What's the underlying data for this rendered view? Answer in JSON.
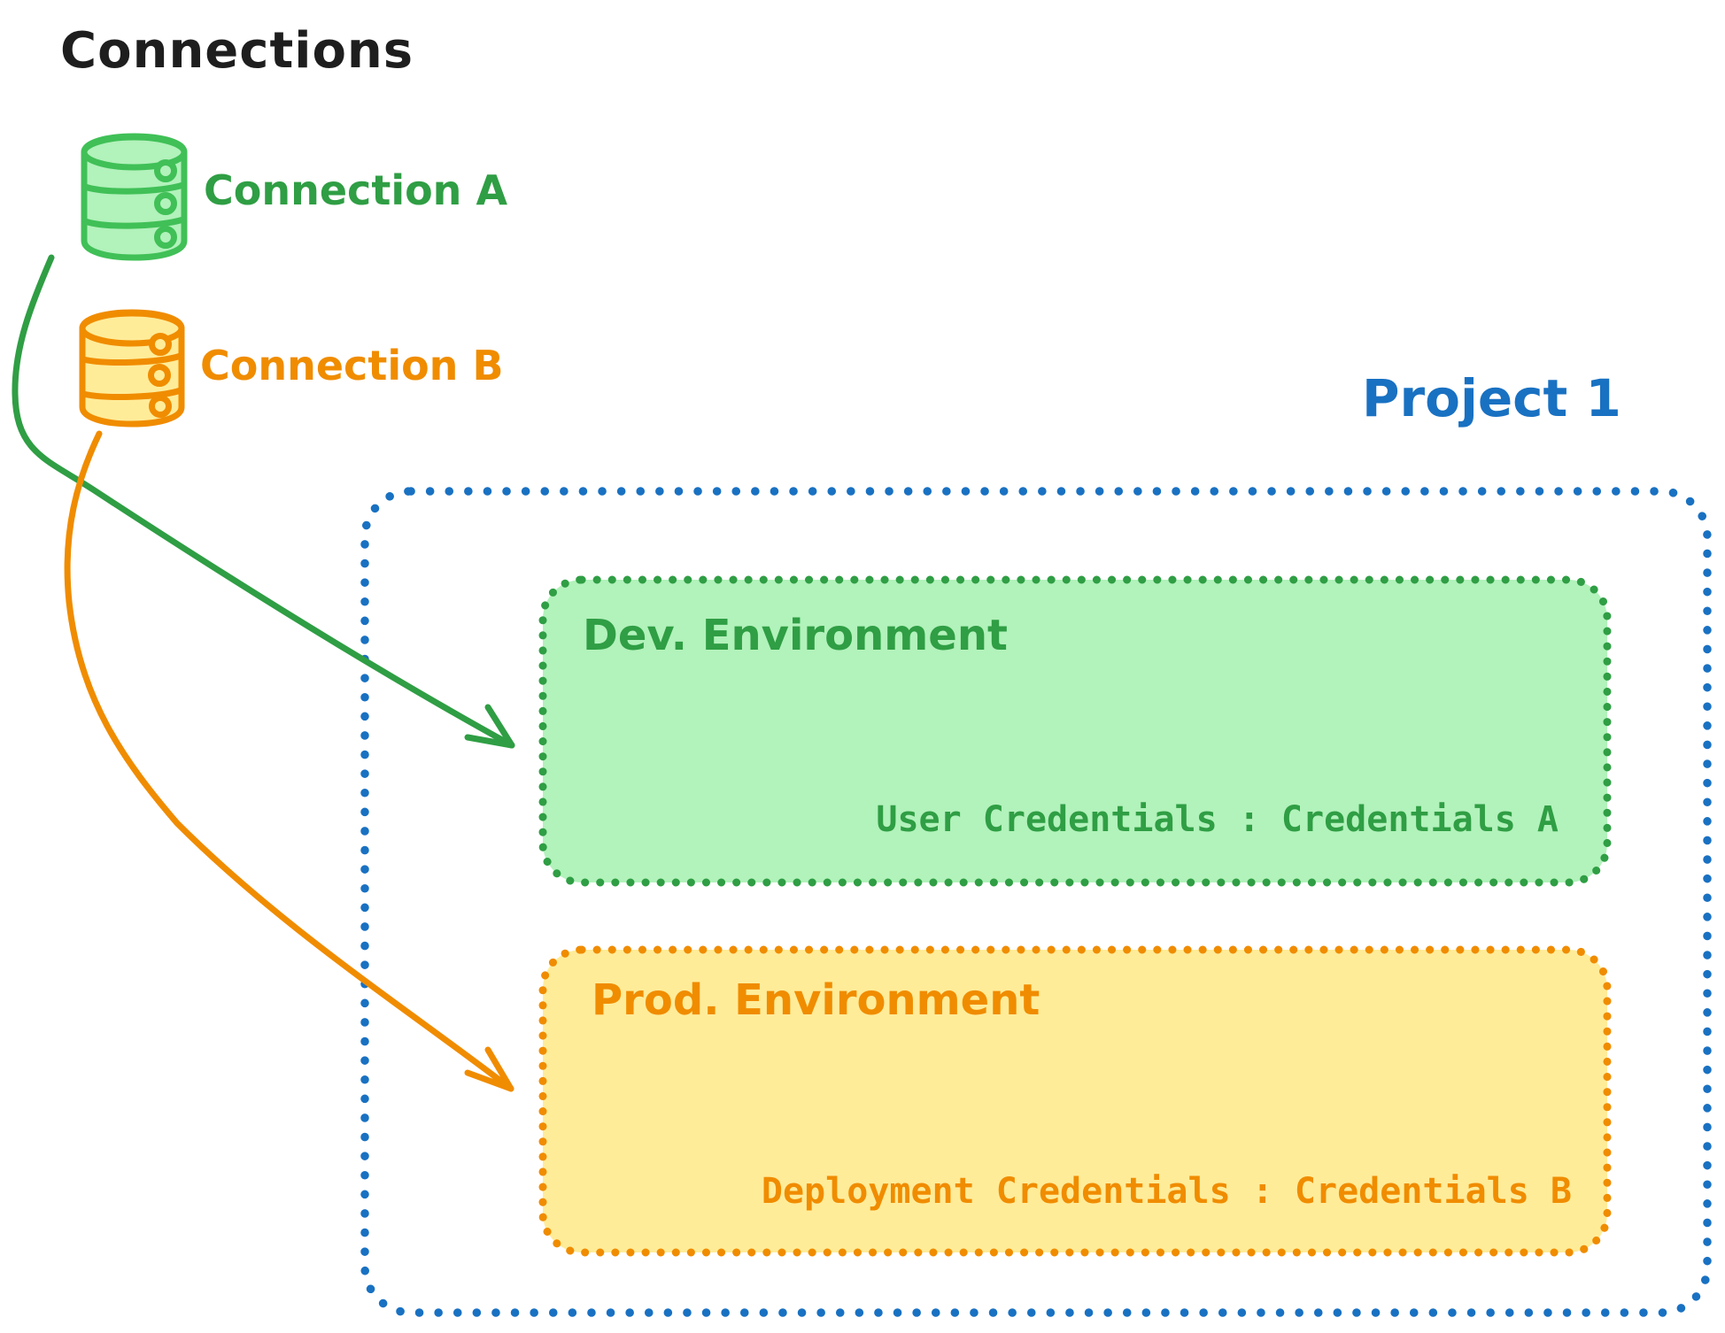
{
  "canvas_title": "Connections",
  "colors": {
    "text_black": "#1e1e1e",
    "green": "#2f9e44",
    "green_cylinder_stroke": "#40c057",
    "green_fill": "#b2f2bb",
    "orange": "#f08c00",
    "orange_fill": "#ffec99",
    "blue": "#1971c2",
    "background": "#ffffff"
  },
  "connections": [
    {
      "name": "Connection A",
      "color": "#2f9e44",
      "icon": "database-icon"
    },
    {
      "name": "Connection B",
      "color": "#f08c00",
      "icon": "database-icon"
    }
  ],
  "project": {
    "name": "Project 1",
    "environments": [
      {
        "name": "Dev. Environment",
        "credentials_label": "User Credentials : Credentials A",
        "border_color": "#2f9e44",
        "fill_color": "#b2f2bb"
      },
      {
        "name": "Prod. Environment",
        "credentials_label": "Deployment Credentials : Credentials B",
        "border_color": "#f08c00",
        "fill_color": "#ffec99"
      }
    ]
  },
  "arrows": [
    {
      "from": "Connection A",
      "to": "Dev. Environment",
      "color": "#2f9e44"
    },
    {
      "from": "Connection B",
      "to": "Prod. Environment",
      "color": "#f08c00"
    }
  ]
}
